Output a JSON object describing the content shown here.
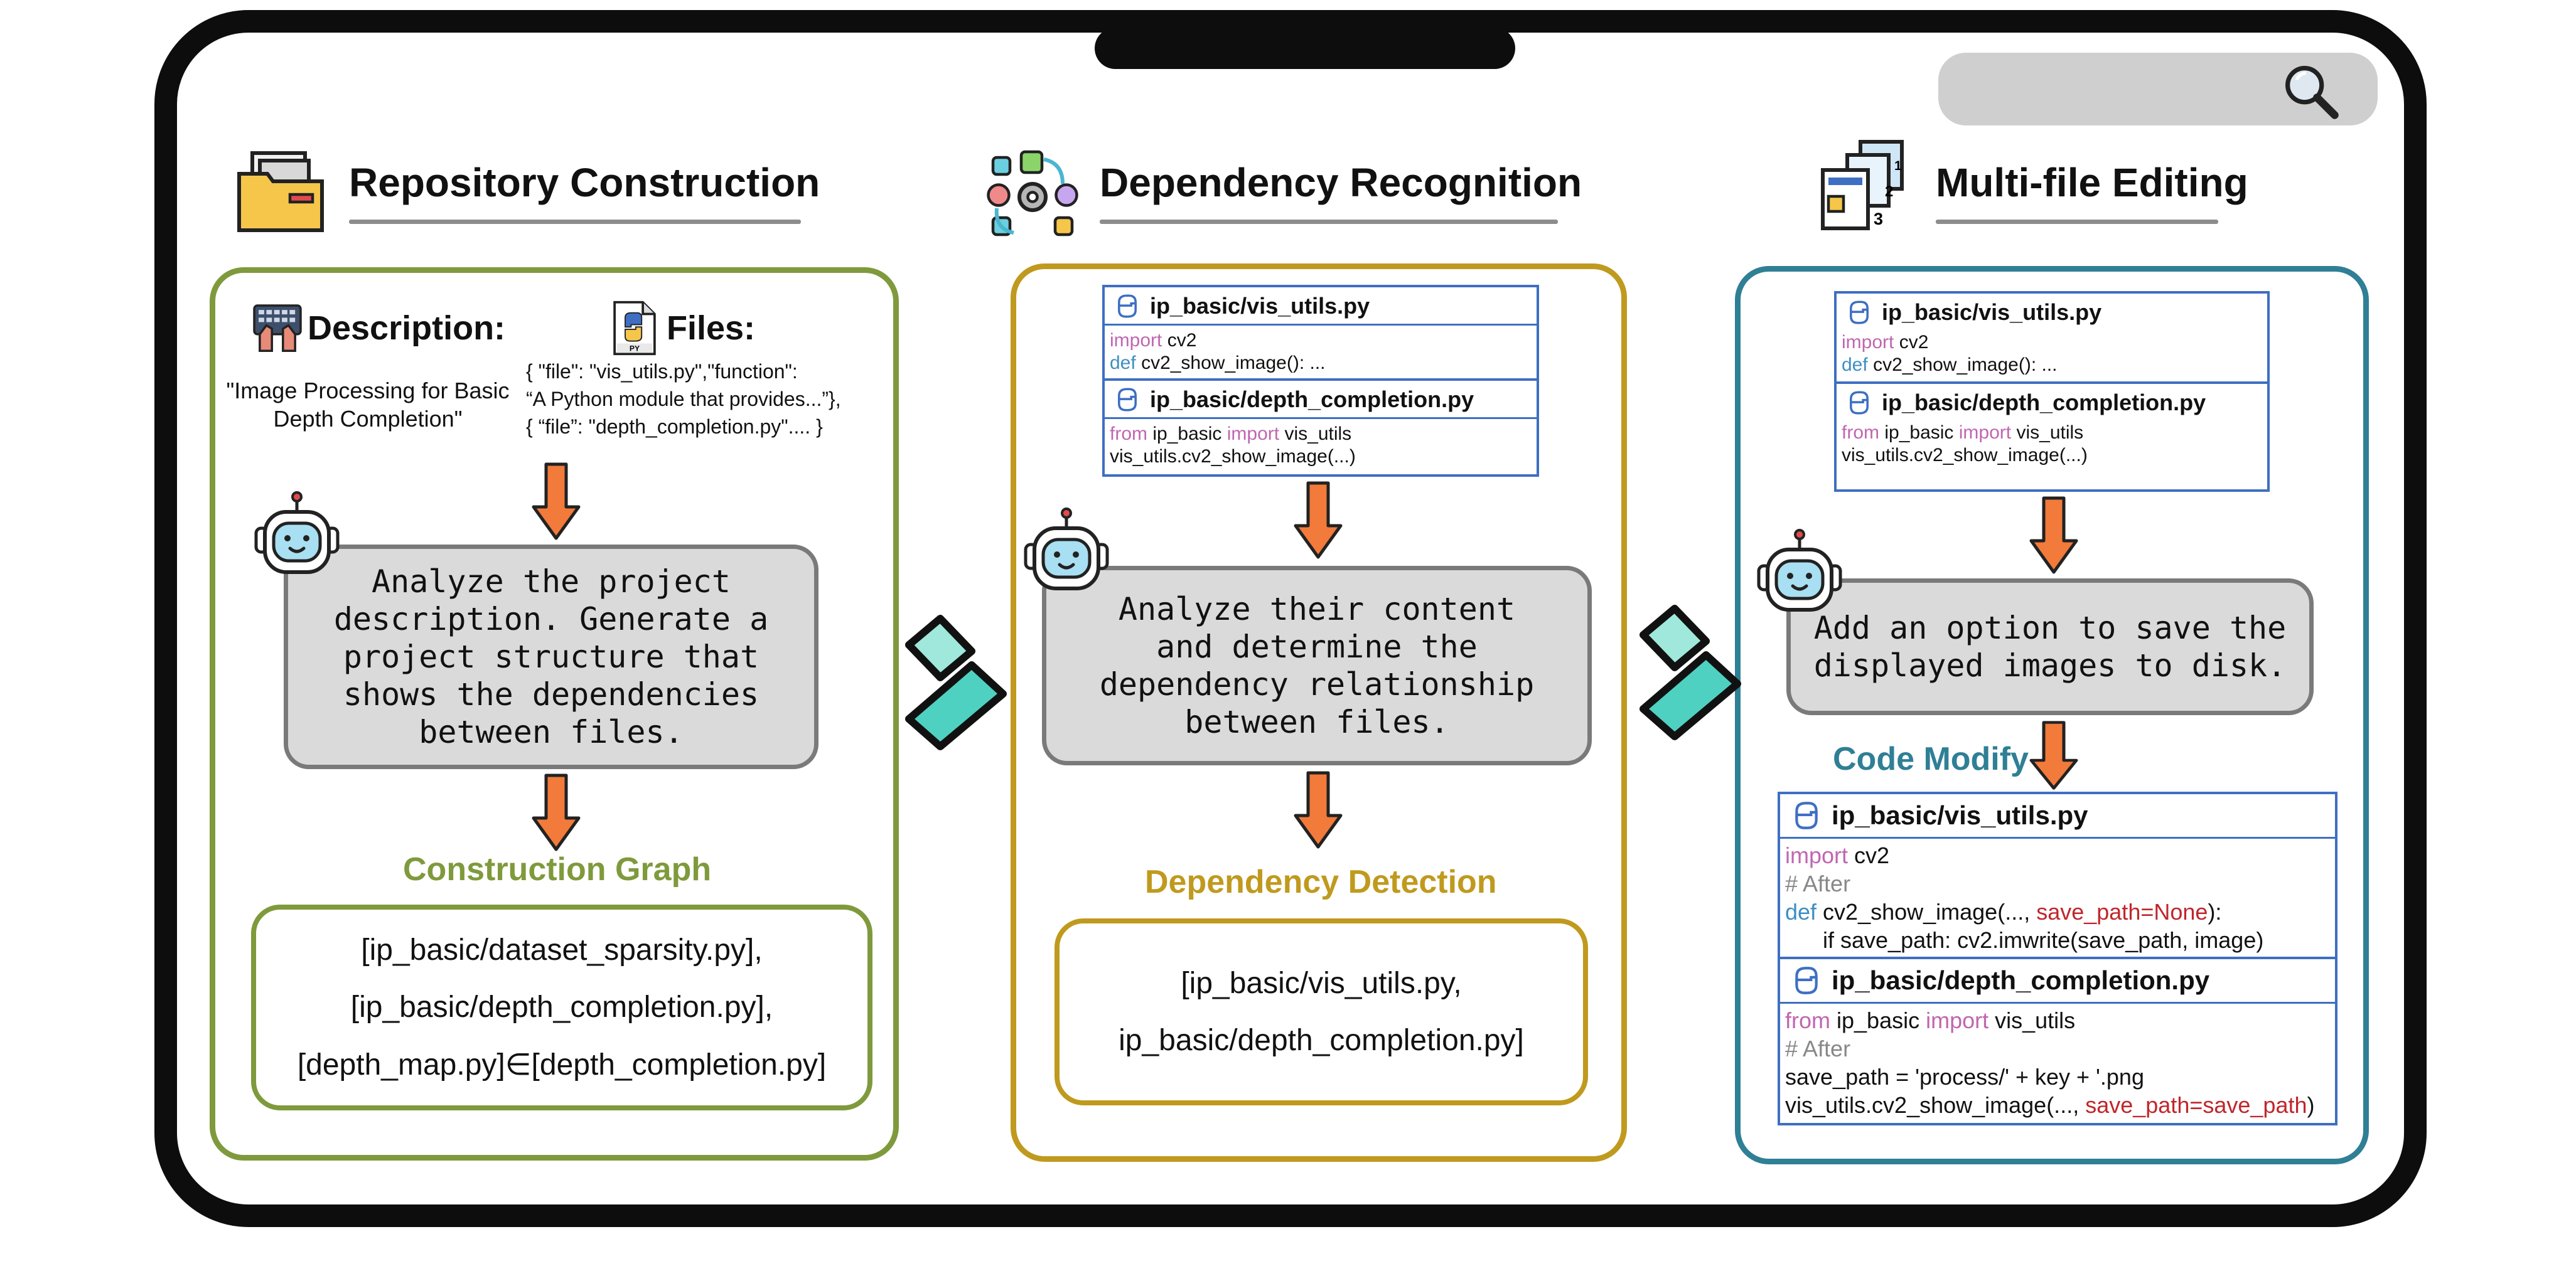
{
  "sections": [
    {
      "title": "Repository Construction",
      "icon": "folder-icon"
    },
    {
      "title": "Dependency Recognition",
      "icon": "workflow-gear-icon"
    },
    {
      "title": "Multi-file Editing",
      "icon": "stacked-files-icon"
    }
  ],
  "stage1": {
    "description_label": "Description:",
    "description_text": [
      "\"Image Processing for Basic",
      "Depth Completion\""
    ],
    "files_label": "Files:",
    "files_json": [
      "{ \"file\": \"vis_utils.py\",\"function\":",
      "“A Python module that provides...”},",
      "{ “file”: \"depth_completion.py\".... }"
    ],
    "prompt": [
      "Analyze the project",
      "description. Generate a",
      "project structure that",
      "shows the dependencies",
      "between files."
    ],
    "graph_label": "Construction Graph",
    "graph_lines": [
      "[ip_basic/dataset_sparsity.py],",
      "[ip_basic/depth_completion.py],",
      "[depth_map.py]∈[depth_completion.py]"
    ]
  },
  "stage2": {
    "file1": "ip_basic/vis_utils.py",
    "file1_code": [
      "import",
      "cv2",
      "def",
      "cv2_show_image(): ..."
    ],
    "file2": "ip_basic/depth_completion.py",
    "file2_code": [
      "from",
      "ip_basic",
      "import",
      "vis_utils",
      "vis_utils.cv2_show_image(...)"
    ],
    "prompt": [
      "Analyze their content",
      "and determine the",
      "dependency relationship",
      "between files."
    ],
    "detect_label": "Dependency Detection",
    "detect_lines": [
      "[ip_basic/vis_utils.py,",
      "ip_basic/depth_completion.py]"
    ]
  },
  "stage3": {
    "file1": "ip_basic/vis_utils.py",
    "file1_code": [
      "import",
      "cv2",
      "def",
      "cv2_show_image(): ..."
    ],
    "file2": "ip_basic/depth_completion.py",
    "file2_code": [
      "from",
      "ip_basic",
      "import",
      "vis_utils",
      "vis_utils.cv2_show_image(...)"
    ],
    "prompt": [
      "Add an option to save the",
      "displayed images to disk."
    ],
    "modify_label": "Code Modify",
    "mod_file1": "ip_basic/vis_utils.py",
    "mod_file1_code": {
      "import_kw": "import",
      "import_mod": " cv2",
      "comment": "# After",
      "def_kw": "def",
      "def_name": " cv2_show_image(..., ",
      "def_param": "save_path=None",
      "def_end": "):",
      "if_line": "      if save_path: cv2.imwrite(save_path, image)"
    },
    "mod_file2": "ip_basic/depth_completion.py",
    "mod_file2_code": {
      "from_kw": "from",
      "from_mod": " ip_basic ",
      "import_kw": "import",
      "import_mod": " vis_utils",
      "comment": "# After",
      "assign": "save_path = 'process/' + key + '.png",
      "call_start": "vis_utils.cv2_show_image(..., ",
      "call_param": "save_path=save_path",
      "call_end": ")"
    }
  },
  "colors": {
    "stage1": "#7f9a3c",
    "stage2": "#c09a1e",
    "stage3": "#2f7f95",
    "arrow": "#f27a3a",
    "code_border": "#3e6fc2"
  }
}
